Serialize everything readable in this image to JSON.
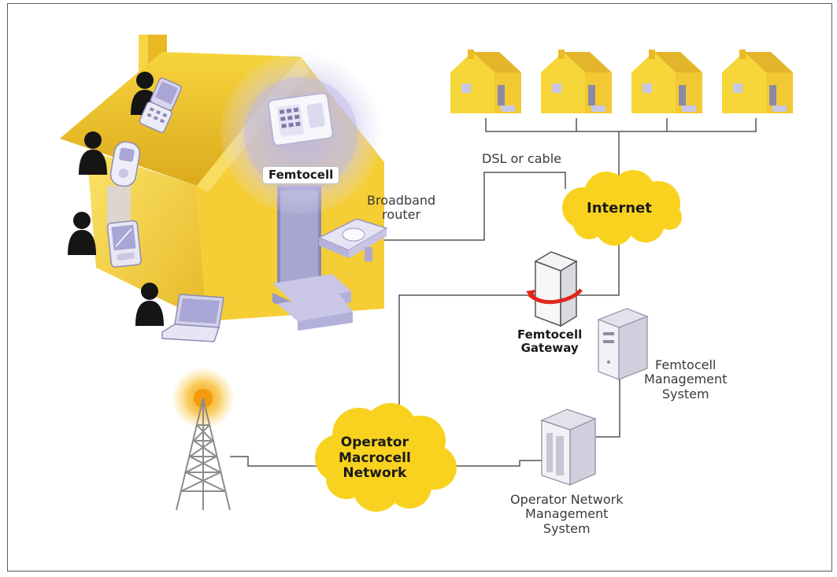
{
  "labels": {
    "femtocell": "Femtocell",
    "broadband_router": "Broadband\nrouter",
    "dsl_or_cable": "DSL or cable",
    "internet": "Internet",
    "femtocell_gateway": "Femtocell\nGateway",
    "femtocell_management_system": "Femtocell\nManagement\nSystem",
    "operator_macrocell_network": "Operator\nMacrocell\nNetwork",
    "operator_network_management_system": "Operator Network\nManagement\nSystem"
  },
  "colors": {
    "house_yellow": "#f7d63a",
    "house_shadow": "#d4a814",
    "device_lavender": "#c9c6e6",
    "cloud_yellow": "#f8d21e",
    "line_gray": "#555555",
    "tower_orange": "#f2a20c"
  },
  "icons": [
    "house",
    "femtocell-device",
    "broadband-router",
    "person-silhouette",
    "phone",
    "laptop",
    "pda",
    "server",
    "cell-tower",
    "cloud"
  ]
}
